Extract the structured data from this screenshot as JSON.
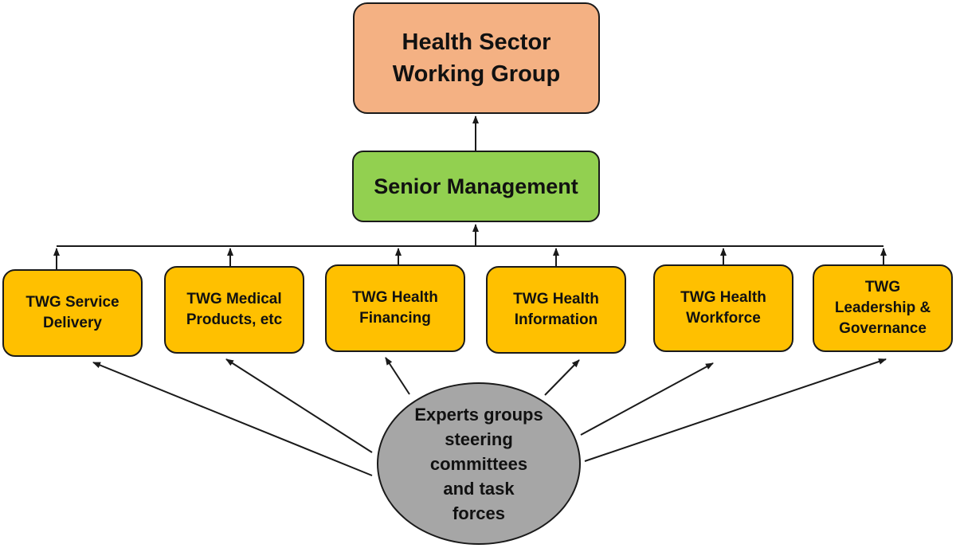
{
  "colors": {
    "top_box": "#f4b183",
    "management_box": "#92d050",
    "twg_box": "#ffc000",
    "experts_ellipse": "#a6a6a6",
    "stroke": "#1a1a1a"
  },
  "nodes": {
    "hswg": "Health Sector\nWorking Group",
    "senior": "Senior Management",
    "twg": [
      "TWG Service\nDelivery",
      "TWG Medical\nProducts, etc",
      "TWG Health\nFinancing",
      "TWG Health\nInformation",
      "TWG Health\nWorkforce",
      "TWG\nLeadership &\nGovernance"
    ],
    "experts": "Experts groups\nsteering\ncommittees\nand task\nforces"
  }
}
